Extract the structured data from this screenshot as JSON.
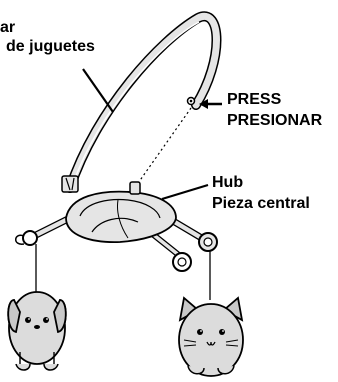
{
  "labels": {
    "arm_line1": "ar",
    "arm_line2": "de juguetes",
    "press_en": "PRESS",
    "press_es": "PRESIONAR",
    "hub_en": "Hub",
    "hub_es": "Pieza central"
  }
}
